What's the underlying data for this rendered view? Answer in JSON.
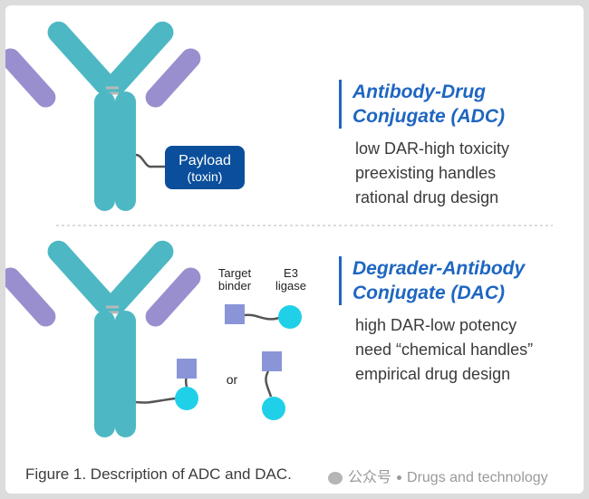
{
  "adc": {
    "title_line1": "Antibody-Drug",
    "title_line2": "Conjugate (ADC)",
    "payload_label": "Payload",
    "payload_sub": "(toxin)",
    "points": [
      "low DAR-high toxicity",
      "preexisting handles",
      "rational drug design"
    ]
  },
  "dac": {
    "title_line1": "Degrader-Antibody",
    "title_line2": "Conjugate (DAC)",
    "target_label_1": "Target",
    "target_label_2": "binder",
    "e3_label_1": "E3",
    "e3_label_2": "ligase",
    "or_label": "or",
    "points": [
      "high DAR-low potency",
      "need “chemical handles”",
      "empirical drug design"
    ]
  },
  "caption": "Figure 1. Description of ADC and DAC.",
  "watermark": {
    "prefix": "公众号",
    "text": "Drugs and technology"
  },
  "colors": {
    "heavy_chain": "#4db8c4",
    "light_chain": "#9a8fce",
    "heading_blue": "#1e66c1",
    "payload_box": "#0b4f9c",
    "target_square": "#8a95d8",
    "e3_circle": "#1fd0e8"
  }
}
